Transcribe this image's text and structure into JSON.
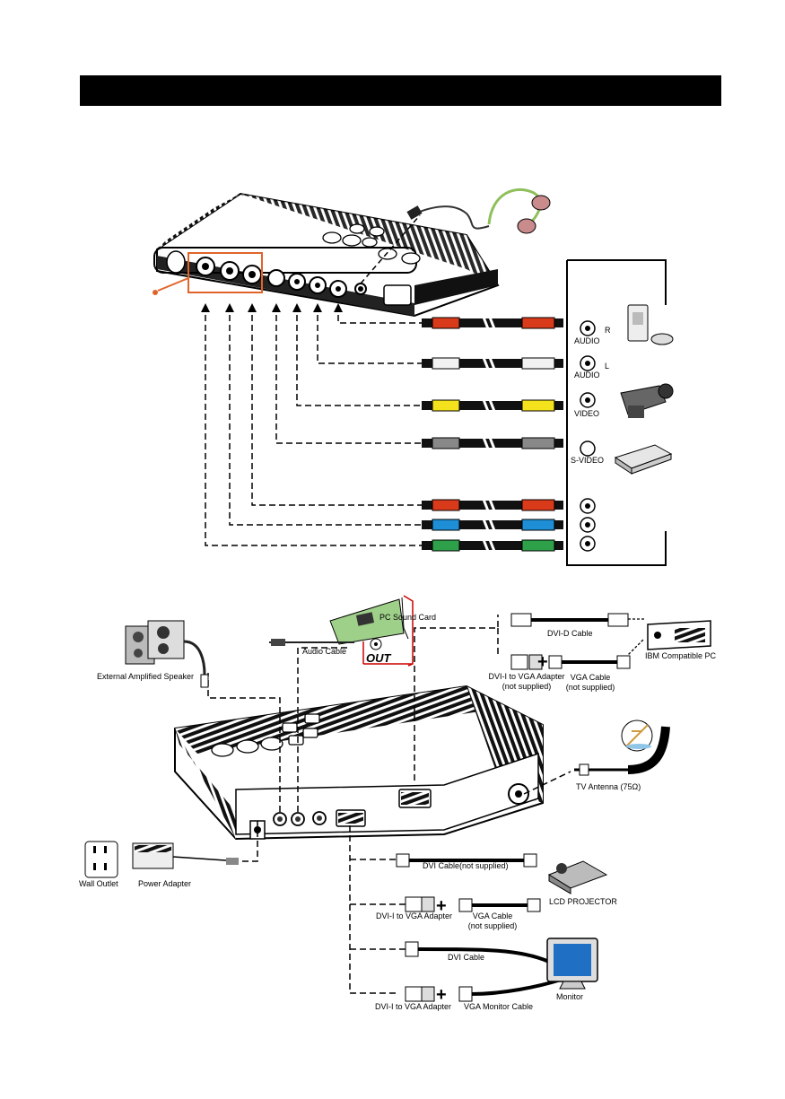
{
  "header": {
    "title": ""
  },
  "colors": {
    "red": "#d83a1a",
    "white": "#f2f2f2",
    "yellow": "#f4e21c",
    "blue": "#1e8fd6",
    "green": "#2ea04a",
    "orange_box": "#e0642a",
    "pcb": "#9fd08a",
    "monitor": "#1f6fc4"
  },
  "top_panel": {
    "ports": {
      "audio_r": "AUDIO",
      "audio_r_side": "R",
      "audio_l": "AUDIO",
      "audio_l_side": "L",
      "video": "VIDEO",
      "svideo": "S-VIDEO"
    },
    "icons": [
      "game-console-icon",
      "camcorder-icon",
      "dvd-player-icon",
      "headphones-icon"
    ]
  },
  "bottom_panel": {
    "labels": {
      "pc_sound_card": "PC Sound Card",
      "audio_cable": "Audio Cable",
      "out": "OUT",
      "speaker": "External Amplified Speaker",
      "dvid_cable": "DVI-D Cable",
      "ibm_pc": "IBM Compatible PC",
      "dvii_vga_adapter_top": "DVI-I to VGA Adapter",
      "not_supplied_1": "(not supplied)",
      "vga_cable_top": "VGA Cable",
      "not_supplied_2": "(not supplied)",
      "tv_antenna": "TV Antenna (75Ω)",
      "wall_outlet": "Wall Outlet",
      "power_adapter": "Power Adapter",
      "dvi_cable_ns": "DVI Cable(not supplied)",
      "dvii_vga_adapter_mid": "DVI-I to VGA Adapter",
      "vga_cable_mid": "VGA Cable",
      "not_supplied_3": "(not supplied)",
      "lcd_projector": "LCD PROJECTOR",
      "dvi_cable": "DVI Cable",
      "monitor": "Monitor",
      "dvii_vga_adapter_bot": "DVI-I to VGA Adapter",
      "vga_monitor_cable": "VGA Monitor Cable",
      "plus": "+"
    },
    "icons": [
      "speaker-icon",
      "sound-card-icon",
      "pc-tower-icon",
      "antenna-icon",
      "wall-outlet-icon",
      "power-adapter-icon",
      "projector-icon",
      "monitor-icon"
    ]
  }
}
